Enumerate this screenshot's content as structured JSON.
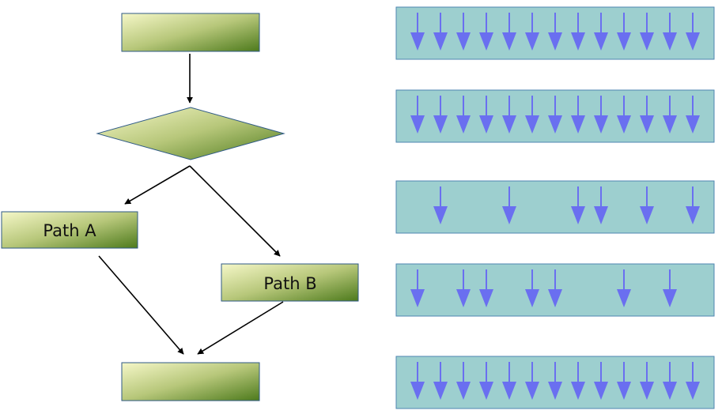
{
  "flowchart": {
    "nodes": {
      "start": {
        "label": ""
      },
      "decision": {
        "label": ""
      },
      "path_a": {
        "label": "Path A"
      },
      "path_b": {
        "label": "Path B"
      },
      "end": {
        "label": ""
      }
    },
    "edges": [
      {
        "from": "start",
        "to": "decision"
      },
      {
        "from": "decision",
        "to": "path_a"
      },
      {
        "from": "decision",
        "to": "path_b"
      },
      {
        "from": "path_a",
        "to": "end"
      },
      {
        "from": "path_b",
        "to": "end"
      }
    ]
  },
  "lanes": [
    {
      "arrow_slots": [
        0,
        1,
        2,
        3,
        4,
        5,
        6,
        7,
        8,
        9,
        10,
        11,
        12
      ]
    },
    {
      "arrow_slots": [
        0,
        1,
        2,
        3,
        4,
        5,
        6,
        7,
        8,
        9,
        10,
        11,
        12
      ]
    },
    {
      "arrow_slots": [
        1,
        4,
        7,
        8,
        10,
        12
      ]
    },
    {
      "arrow_slots": [
        0,
        2,
        3,
        5,
        6,
        9,
        11
      ]
    },
    {
      "arrow_slots": [
        0,
        1,
        2,
        3,
        4,
        5,
        6,
        7,
        8,
        9,
        10,
        11,
        12
      ]
    }
  ],
  "lane_slot_count": 13,
  "colors": {
    "box_gradient_start": "#f5f7c8",
    "box_gradient_mid": "#b7c77a",
    "box_gradient_end": "#4d7a1c",
    "box_border": "#2f5a86",
    "flow_arrow": "#000000",
    "lane_fill": "#9dcfcf",
    "lane_border": "#4e86b0",
    "lane_arrow": "#6a6ff0"
  }
}
